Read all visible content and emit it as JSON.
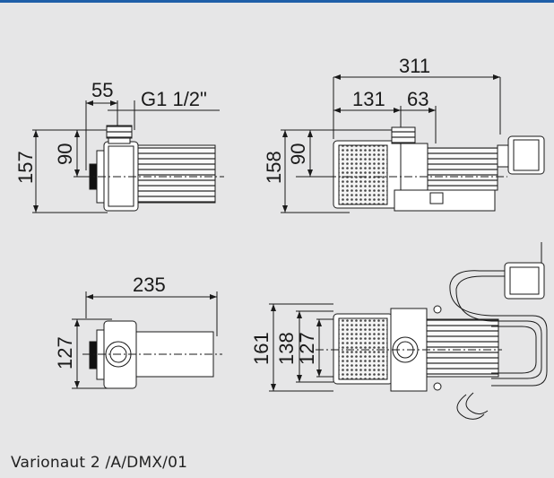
{
  "caption": "Varionaut 2 /A/DMX/01",
  "colors": {
    "accent": "#1f5fa8",
    "background": "#e6e6e7",
    "line": "#1a1a1a"
  },
  "views": {
    "side_left": {
      "width_outlet": "55",
      "thread": "G1 1/2\"",
      "height_axis": "90",
      "height_total": "157"
    },
    "side_right": {
      "length_total": "311",
      "length_a": "131",
      "length_b": "63",
      "height_axis": "90",
      "height_total": "158"
    },
    "top_left": {
      "length": "235",
      "width": "127"
    },
    "top_right": {
      "width_total": "161",
      "width_b": "138",
      "width_c": "127"
    }
  }
}
